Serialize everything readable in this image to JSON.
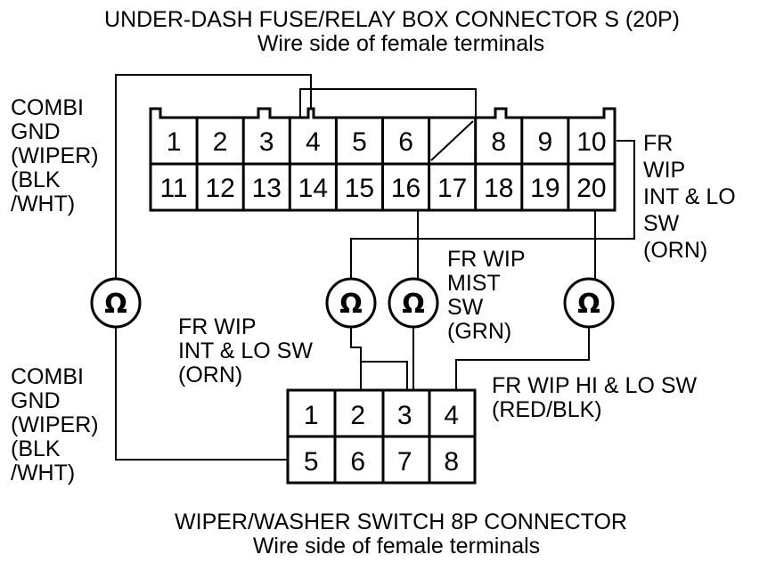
{
  "top_connector": {
    "title": "UNDER-DASH FUSE/RELAY BOX CONNECTOR S (20P)",
    "subtitle": "Wire side of female terminals",
    "row1": [
      "1",
      "2",
      "3",
      "4",
      "5",
      "6",
      "",
      "8",
      "9",
      "10"
    ],
    "row2": [
      "11",
      "12",
      "13",
      "14",
      "15",
      "16",
      "17",
      "18",
      "19",
      "20"
    ]
  },
  "bottom_connector": {
    "title": "WIPER/WASHER SWITCH 8P CONNECTOR",
    "subtitle": "Wire side of female terminals",
    "row1": [
      "1",
      "2",
      "3",
      "4"
    ],
    "row2": [
      "5",
      "6",
      "7",
      "8"
    ]
  },
  "labels": {
    "combi_gnd_top": [
      "COMBI",
      "GND",
      "(WIPER)",
      "(BLK",
      "/WHT)"
    ],
    "combi_gnd_bottom": [
      "COMBI",
      "GND",
      "(WIPER)",
      "(BLK",
      "/WHT)"
    ],
    "fr_wip_right": [
      "FR",
      "WIP",
      "INT & LO",
      "SW",
      "(ORN)"
    ],
    "fr_wip_mist": [
      "FR WIP",
      "MIST",
      "SW",
      "(GRN)"
    ],
    "fr_wip_int_lo": [
      "FR WIP",
      "INT & LO SW",
      "(ORN)"
    ],
    "fr_wip_hi_lo": [
      "FR WIP HI & LO SW",
      "(RED/BLK)"
    ]
  },
  "ohmmeter_symbol": "Ω"
}
